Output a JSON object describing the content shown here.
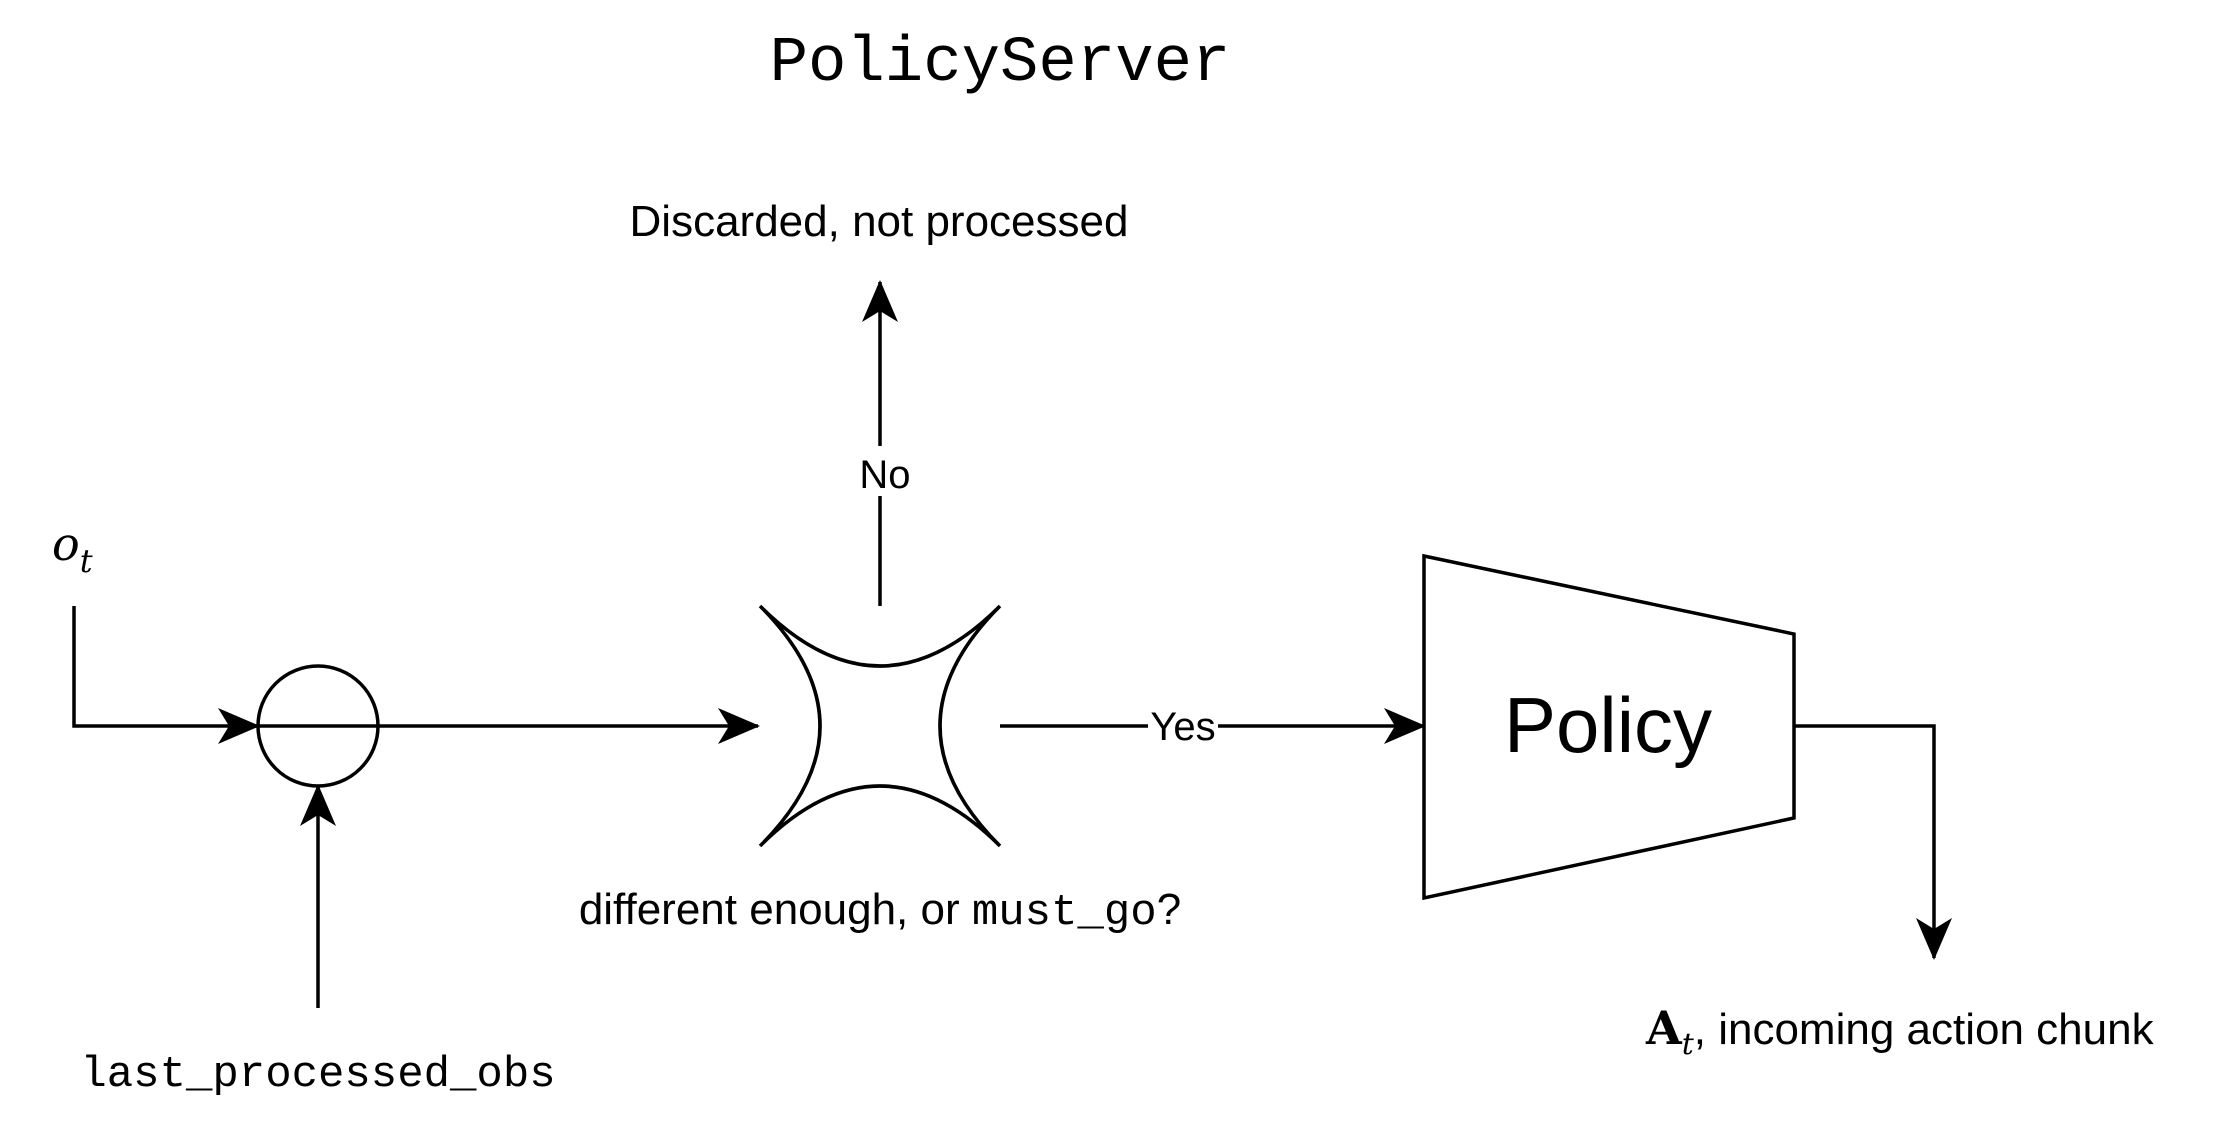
{
  "title": "PolicyServer",
  "discarded_label": "Discarded, not processed",
  "no_label": "No",
  "yes_label": "Yes",
  "obs_symbol": "o",
  "obs_subscript": "t",
  "last_obs_label": "last_processed_obs",
  "decision_text": "different enough, or ",
  "decision_code": "must_go",
  "decision_end": "?",
  "policy_label": "Policy",
  "action_symbol": "A",
  "action_subscript": "t",
  "action_text": ", incoming action chunk"
}
